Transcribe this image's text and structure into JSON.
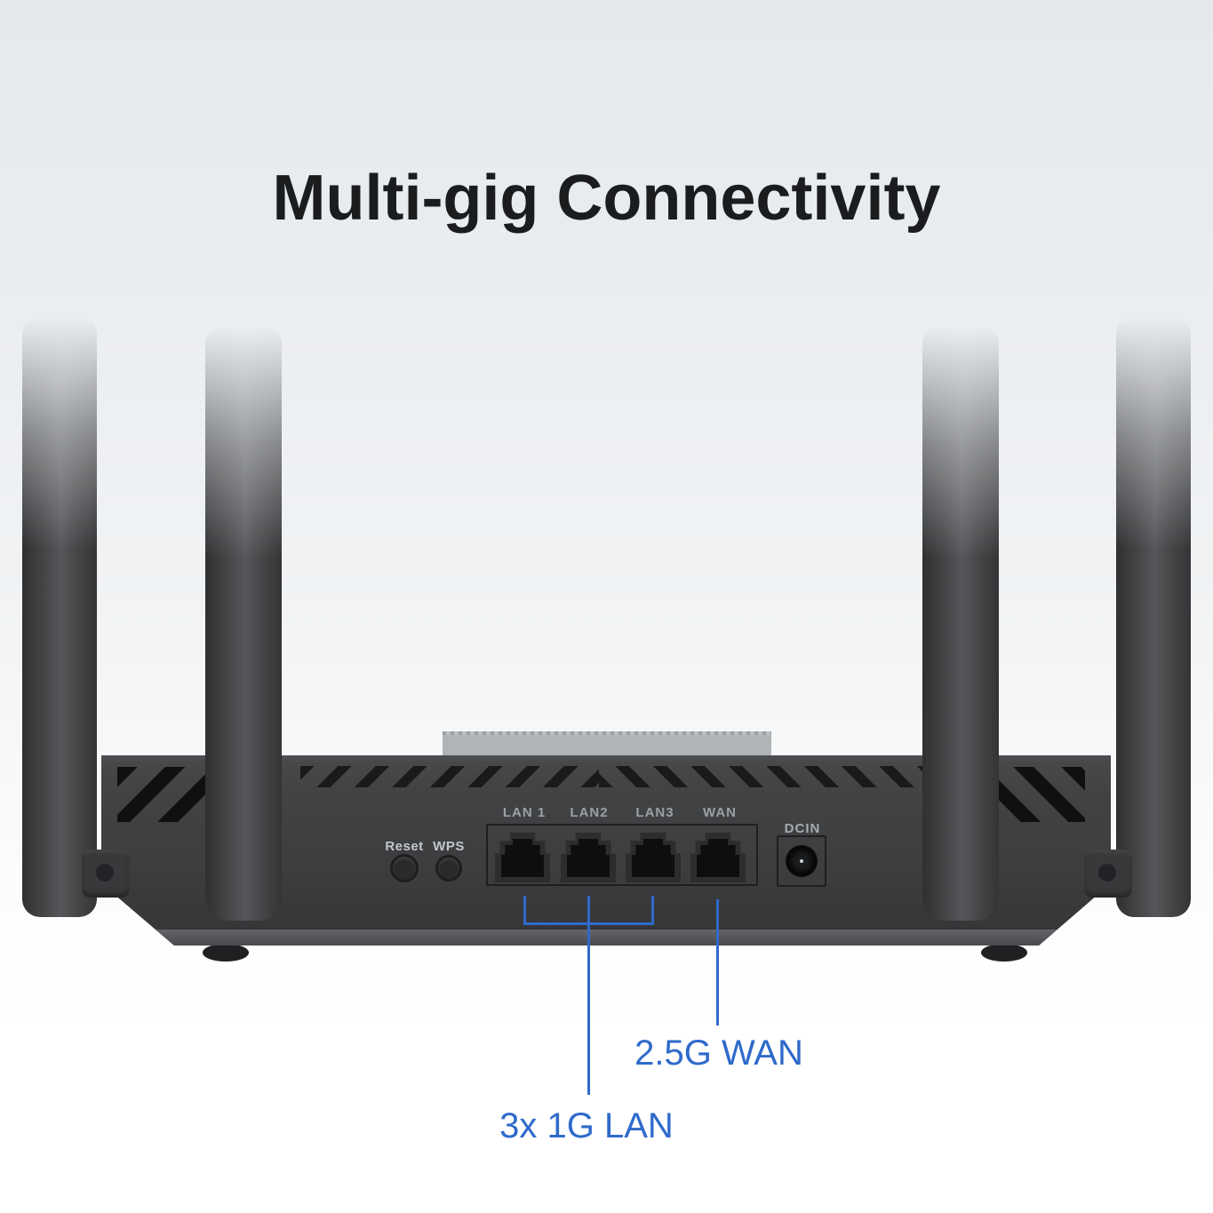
{
  "title": "Multi-gig Connectivity",
  "colors": {
    "accent_blue": "#2e6acb",
    "body_gray": "#3d3e40",
    "background_top": "#e6e9ec"
  },
  "rear_panel": {
    "buttons": [
      {
        "label": "Reset"
      },
      {
        "label": "WPS"
      }
    ],
    "ports": [
      {
        "label": "LAN 1"
      },
      {
        "label": "LAN2"
      },
      {
        "label": "LAN3"
      },
      {
        "label": "WAN"
      }
    ],
    "power_label": "DCIN"
  },
  "callouts": {
    "lan": {
      "text": "3x 1G LAN"
    },
    "wan": {
      "text": "2.5G WAN"
    }
  }
}
